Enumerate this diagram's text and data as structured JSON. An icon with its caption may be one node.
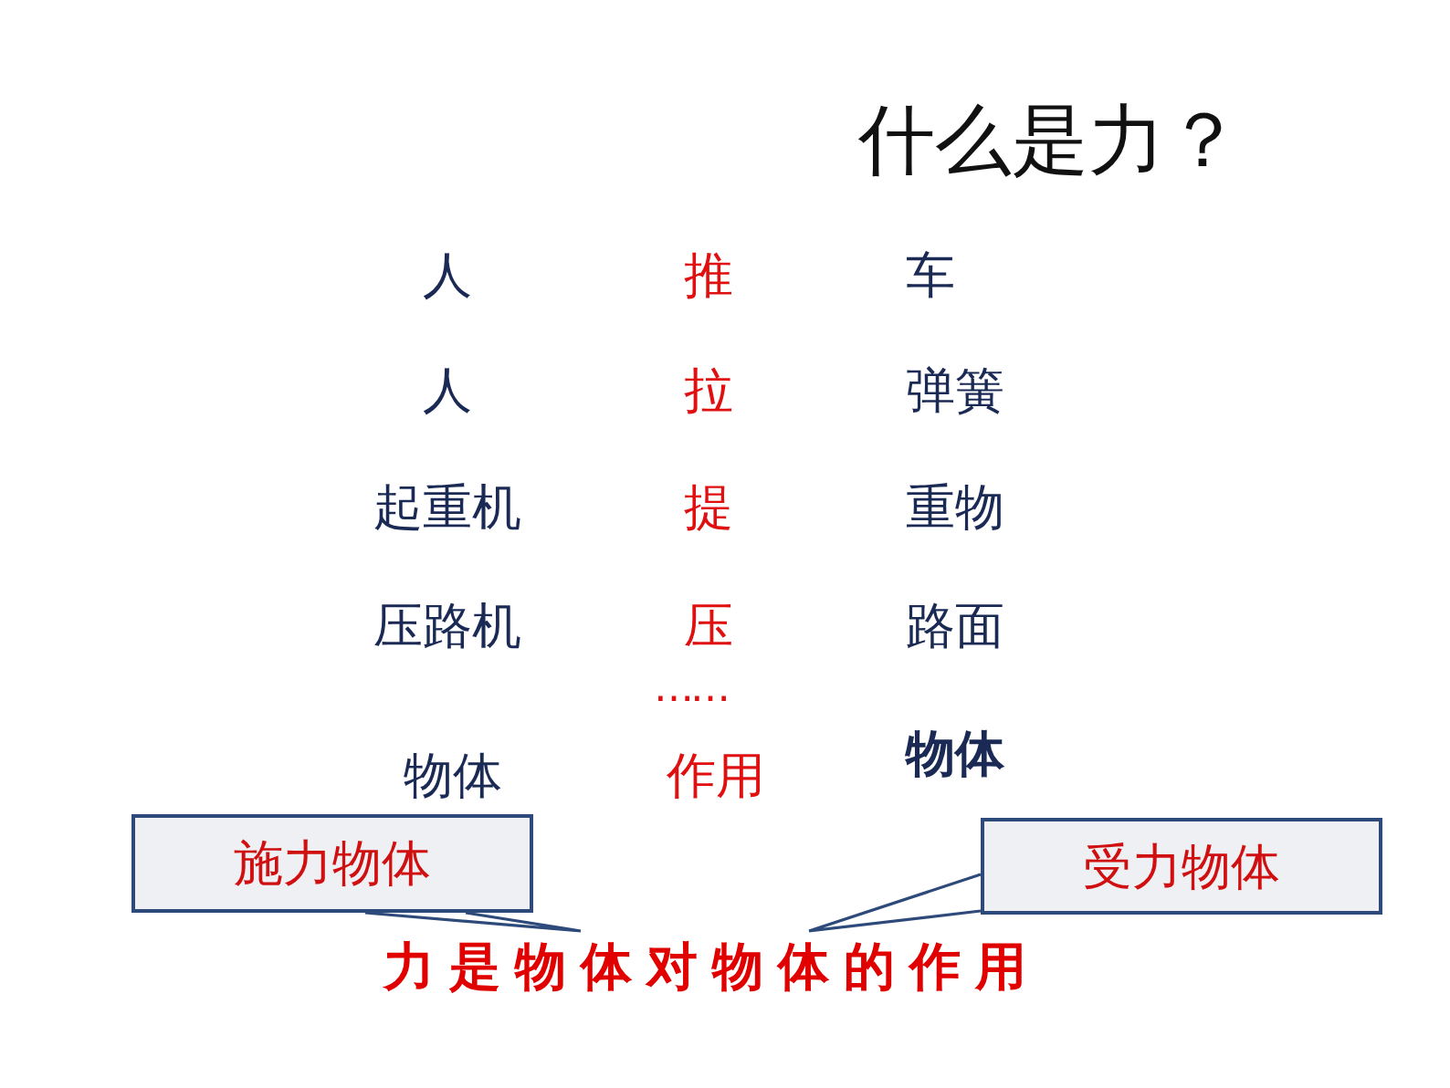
{
  "diagram": {
    "title": "什么是力？",
    "nodes": [
      {
        "text": [
          "施力物体"
        ]
      },
      {
        "text": [
          "受力物体"
        ]
      },
      {
        "text": [
          "力是物体对物体的作用"
        ]
      }
    ],
    "edges": [
      {
        "from": 0,
        "to": 2,
        "arrow": "none"
      },
      {
        "from": 1,
        "to": 2,
        "arrow": "none"
      }
    ],
    "labels": [
      "人",
      "推",
      "车",
      "人",
      "拉",
      "弹簧",
      "起重机",
      "提",
      "重物",
      "压路机",
      "压",
      "路面",
      "……",
      "物体",
      "作用",
      "物体"
    ]
  }
}
